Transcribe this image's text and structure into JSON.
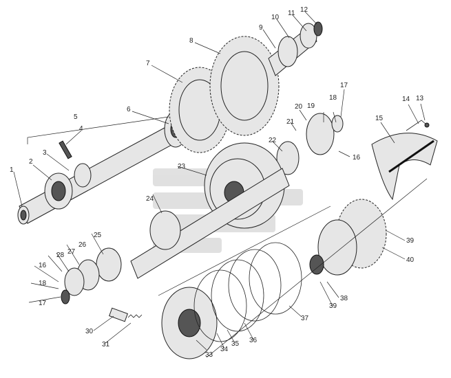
{
  "labels": {
    "l1": "1",
    "l2": "2",
    "l3": "3",
    "l4": "4",
    "l5": "5",
    "l6": "6",
    "l7": "7",
    "l8": "8",
    "l9": "9",
    "l10": "10",
    "l11": "11",
    "l12": "12",
    "l13": "13",
    "l14": "14",
    "l15": "15",
    "l16a": "16",
    "l16b": "16",
    "l17a": "17",
    "l17b": "17",
    "l18a": "18",
    "l18b": "18",
    "l19": "19",
    "l20": "20",
    "l21": "21",
    "l22": "22",
    "l23": "23",
    "l24": "24",
    "l25": "25",
    "l26": "26",
    "l27": "27",
    "l28": "28",
    "l30": "30",
    "l31": "31",
    "l33": "33",
    "l34": "34",
    "l35": "35",
    "l36": "36",
    "l37": "37",
    "l38": "38",
    "l39a": "39",
    "l39b": "39",
    "l40": "40"
  },
  "watermark_color": "#c8c8c8"
}
